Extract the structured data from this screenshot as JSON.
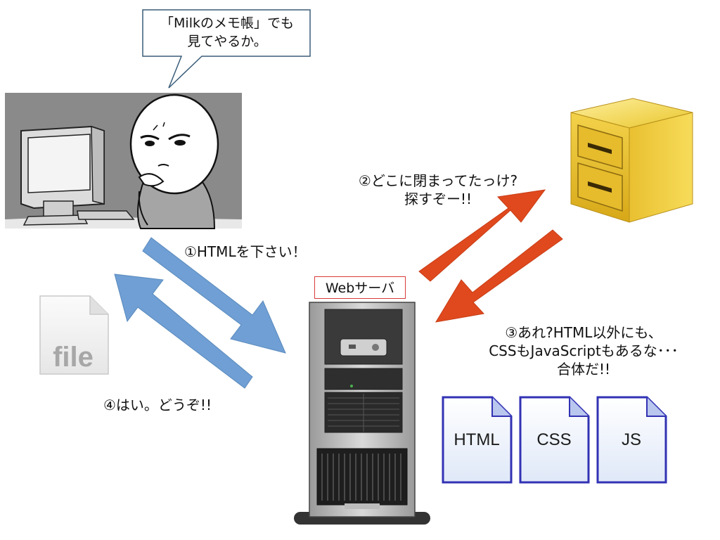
{
  "speech_bubble": {
    "line1": "「Milkのメモ帳」でも",
    "line2": "見てやるか。"
  },
  "steps": {
    "step1": "①HTMLを下さい！",
    "step2_line1": "②どこに閉まってたっけ?",
    "step2_line2": "探すぞー!!",
    "step3_line1": "③あれ?HTML以外にも、",
    "step3_line2": "CSSもJavaScriptもあるな･･･",
    "step3_line3": "合体だ!!",
    "step4": "④はい。どうぞ!!"
  },
  "server_label": "Webサーバ",
  "file_icon_label": "file",
  "documents": [
    "HTML",
    "CSS",
    "JS"
  ],
  "colors": {
    "request_arrow": "#6f9fd4",
    "internal_arrow": "#e0491e",
    "doc_border": "#3232b4",
    "server_label_border": "#d93a3a",
    "cabinet": "#e8c52a"
  }
}
